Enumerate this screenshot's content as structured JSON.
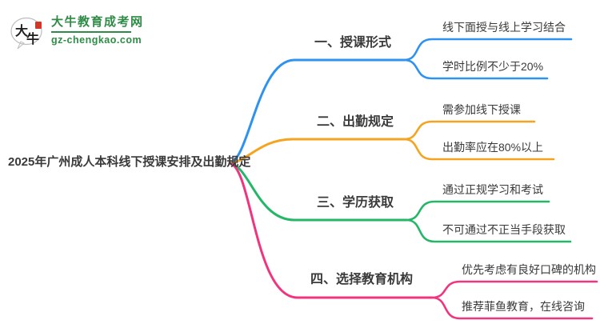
{
  "logo": {
    "icon_text_top": "大",
    "icon_text_bottom": "牛",
    "site_name": "大牛教育成考网",
    "site_url": "gz-chengkao.com"
  },
  "colors": {
    "branch1": "#2E92F0",
    "branch2": "#F5A41F",
    "branch3": "#23B767",
    "branch4": "#F13480",
    "text": "#3A3A3A",
    "logo_green": "#2E8C46",
    "logo_red": "#CE3A28"
  },
  "mindmap": {
    "root": "2025年广州成人本科线下授课安排及出勤规定",
    "branches": [
      {
        "label": "一、授课形式",
        "color": "#2E92F0",
        "children": [
          "线下面授与线上学习结合",
          "学时比例不少于20%"
        ]
      },
      {
        "label": "二、出勤规定",
        "color": "#F5A41F",
        "children": [
          "需参加线下授课",
          "出勤率应在80%以上"
        ]
      },
      {
        "label": "三、学历获取",
        "color": "#23B767",
        "children": [
          "通过正规学习和考试",
          "不可通过不正当手段获取"
        ]
      },
      {
        "label": "四、选择教育机构",
        "color": "#F13480",
        "children": [
          "优先考虑有良好口碑的机构",
          "推荐菲鱼教育，在线咨询"
        ]
      }
    ]
  }
}
